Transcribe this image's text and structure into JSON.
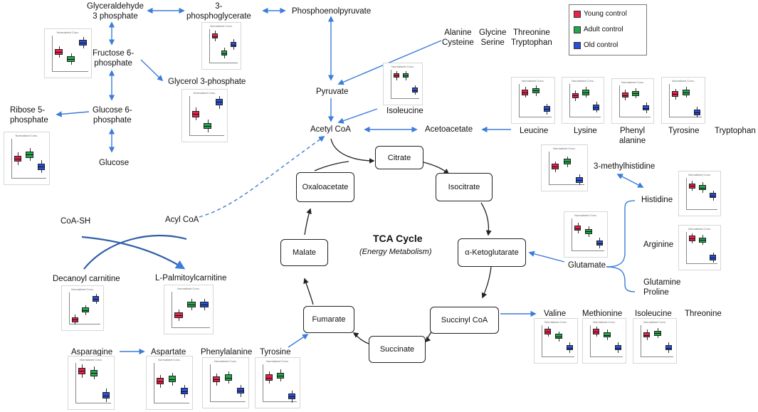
{
  "legend": {
    "items": [
      {
        "label": "Young control",
        "color": "#e8224a"
      },
      {
        "label": "Adult control",
        "color": "#22a84a"
      },
      {
        "label": "Old control",
        "color": "#2a4fd8"
      }
    ]
  },
  "tca": {
    "title": "TCA Cycle",
    "subtitle": "(Energy Metabolism)",
    "nodes": {
      "citrate": "Citrate",
      "isocitrate": "Isocitrate",
      "ketoglutarate": "α-Ketoglutarate",
      "succinyl_coa": "Succinyl CoA",
      "succinate": "Succinate",
      "fumarate": "Fumarate",
      "malate": "Malate",
      "oxaloacetate": "Oxaloacetate"
    }
  },
  "metabolites": {
    "glyceraldehyde": "Glyceraldehyde\n3 phosphate",
    "phosphoglycerate": "3-\nphosphoglycerate",
    "pep": "Phosphoenolpyruvate",
    "fructose6p": "Fructose 6-\nphosphate",
    "glycerol3p": "Glycerol 3-phosphate",
    "ribose5p": "Ribose 5-\nphosphate",
    "glucose6p": "Glucose 6-\nphosphate",
    "glucose": "Glucose",
    "pyruvate": "Pyruvate",
    "isoleucine_top": "Isoleucine",
    "acetyl_coa": "Acetyl CoA",
    "acetoacetate": "Acetoacetate",
    "alanine_cysteine": "Alanine\nCysteine",
    "glycine_serine": "Glycine\nSerine",
    "threonine_tryptophan": "Threonine\nTryptophan",
    "leucine": "Leucine",
    "lysine": "Lysine",
    "phenylalanine_top": "Phenyl\nalanine",
    "tyrosine_top": "Tyrosine",
    "tryptophan": "Tryptophan",
    "methylhistidine": "3-methylhistidine",
    "histidine": "Histidine",
    "arginine": "Arginine",
    "glutamine_proline": "Glutamine\nProline",
    "glutamate": "Glutamate",
    "coa_sh": "CoA-SH",
    "acyl_coa": "Acyl CoA",
    "decanoyl_carnitine": "Decanoyl carnitine",
    "palmitoylcarnitine": "L-Palmitoylcarnitine",
    "asparagine": "Asparagine",
    "aspartate": "Aspartate",
    "phenylalanine_bottom": "Phenylalanine",
    "tyrosine_bottom": "Tyrosine",
    "valine": "Valine",
    "methionine": "Methionine",
    "isoleucine_bottom": "Isoleucine",
    "threonine": "Threonine"
  },
  "plot_caption": "Normalized Conc.",
  "plots": [
    {
      "id": "fructose6p",
      "values": [
        0.55,
        0.35,
        0.8
      ]
    },
    {
      "id": "phosphoglycerate",
      "values": [
        0.8,
        0.3,
        0.55
      ]
    },
    {
      "id": "glycerol3p",
      "values": [
        0.55,
        0.25,
        0.85
      ]
    },
    {
      "id": "glucose6p",
      "values": [
        0.5,
        0.6,
        0.3
      ]
    },
    {
      "id": "isoleucine_top",
      "values": [
        0.8,
        0.8,
        0.3
      ]
    },
    {
      "id": "leucine",
      "values": [
        0.75,
        0.8,
        0.25
      ]
    },
    {
      "id": "lysine",
      "values": [
        0.65,
        0.75,
        0.3
      ]
    },
    {
      "id": "phenylalanine_top",
      "values": [
        0.7,
        0.75,
        0.3
      ]
    },
    {
      "id": "tyrosine_top",
      "values": [
        0.7,
        0.75,
        0.15
      ]
    },
    {
      "id": "methylhistidine",
      "values": [
        0.55,
        0.7,
        0.15
      ]
    },
    {
      "id": "histidine",
      "values": [
        0.75,
        0.7,
        0.45
      ]
    },
    {
      "id": "glutamate",
      "values": [
        0.7,
        0.6,
        0.25
      ]
    },
    {
      "id": "arginine",
      "values": [
        0.8,
        0.75,
        0.2
      ]
    },
    {
      "id": "decanoyl_carnitine",
      "values": [
        0.15,
        0.45,
        0.8
      ]
    },
    {
      "id": "palmitoylcarnitine",
      "values": [
        0.35,
        0.65,
        0.65
      ]
    },
    {
      "id": "asparagine",
      "values": [
        0.8,
        0.75,
        0.2
      ]
    },
    {
      "id": "aspartate",
      "values": [
        0.55,
        0.6,
        0.3
      ]
    },
    {
      "id": "phenylalanine_bottom",
      "values": [
        0.6,
        0.65,
        0.3
      ]
    },
    {
      "id": "tyrosine_bottom",
      "values": [
        0.65,
        0.7,
        0.15
      ]
    },
    {
      "id": "valine",
      "values": [
        0.8,
        0.65,
        0.3
      ]
    },
    {
      "id": "methionine",
      "values": [
        0.8,
        0.7,
        0.3
      ]
    },
    {
      "id": "isoleucine_bottom",
      "values": [
        0.7,
        0.75,
        0.3
      ]
    }
  ]
}
